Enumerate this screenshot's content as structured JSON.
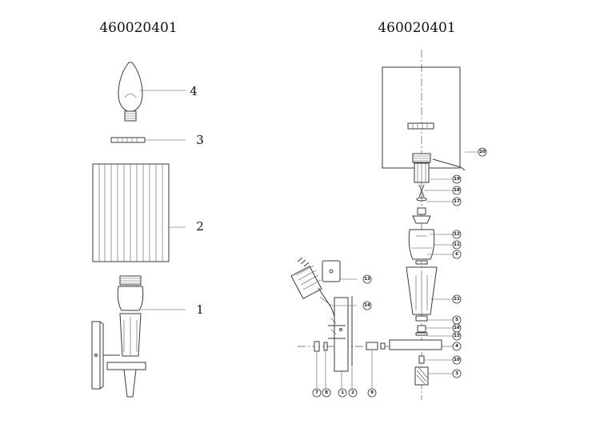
{
  "left_title": "460020401",
  "right_title": "460020401",
  "left_labels": {
    "bulb": "4",
    "bobeche": "3",
    "shade": "2",
    "body": "1"
  },
  "callouts": {
    "c20": "20",
    "c19": "19",
    "c18": "18",
    "c17": "17",
    "c12": "12",
    "c11": "11",
    "c6a": "6",
    "c13": "13",
    "c14": "14",
    "c21": "21",
    "c5": "5",
    "c16": "16",
    "c15": "15",
    "c4": "4",
    "c10": "10",
    "c3": "3",
    "c7": "7",
    "c8": "8",
    "c1": "1",
    "c2": "2",
    "c9": "9"
  }
}
